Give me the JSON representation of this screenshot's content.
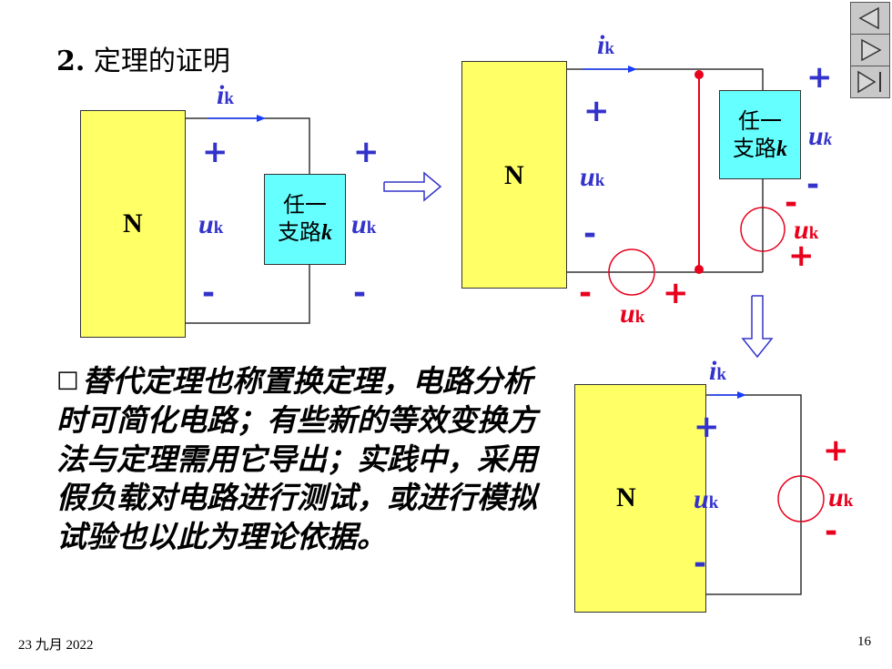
{
  "title": {
    "num": "2.",
    "text": " 定理的证明"
  },
  "labels": {
    "N": "N",
    "branch_line1": "任一",
    "branch_line2": "支路",
    "branch_k": "k",
    "i": "i",
    "u": "u",
    "sub_k": "k",
    "plus": "+",
    "minus": "-"
  },
  "paragraph": {
    "bullet": "□",
    "text": "替代定理也称置换定理，电路分析时可简化电路；有些新的等效变换方法与定理需用它导出；实践中，采用假负载对电路进行测试，或进行模拟试验也以此为理论依据。"
  },
  "footer": {
    "date": "23 九月 2022",
    "page": "16"
  },
  "nav": {
    "buttons": [
      "back-icon",
      "next-icon",
      "last-icon"
    ]
  },
  "colors": {
    "yellow": "#ffff66",
    "cyan": "#66ffff",
    "blue": "#3333cc",
    "red": "#e8001c"
  }
}
